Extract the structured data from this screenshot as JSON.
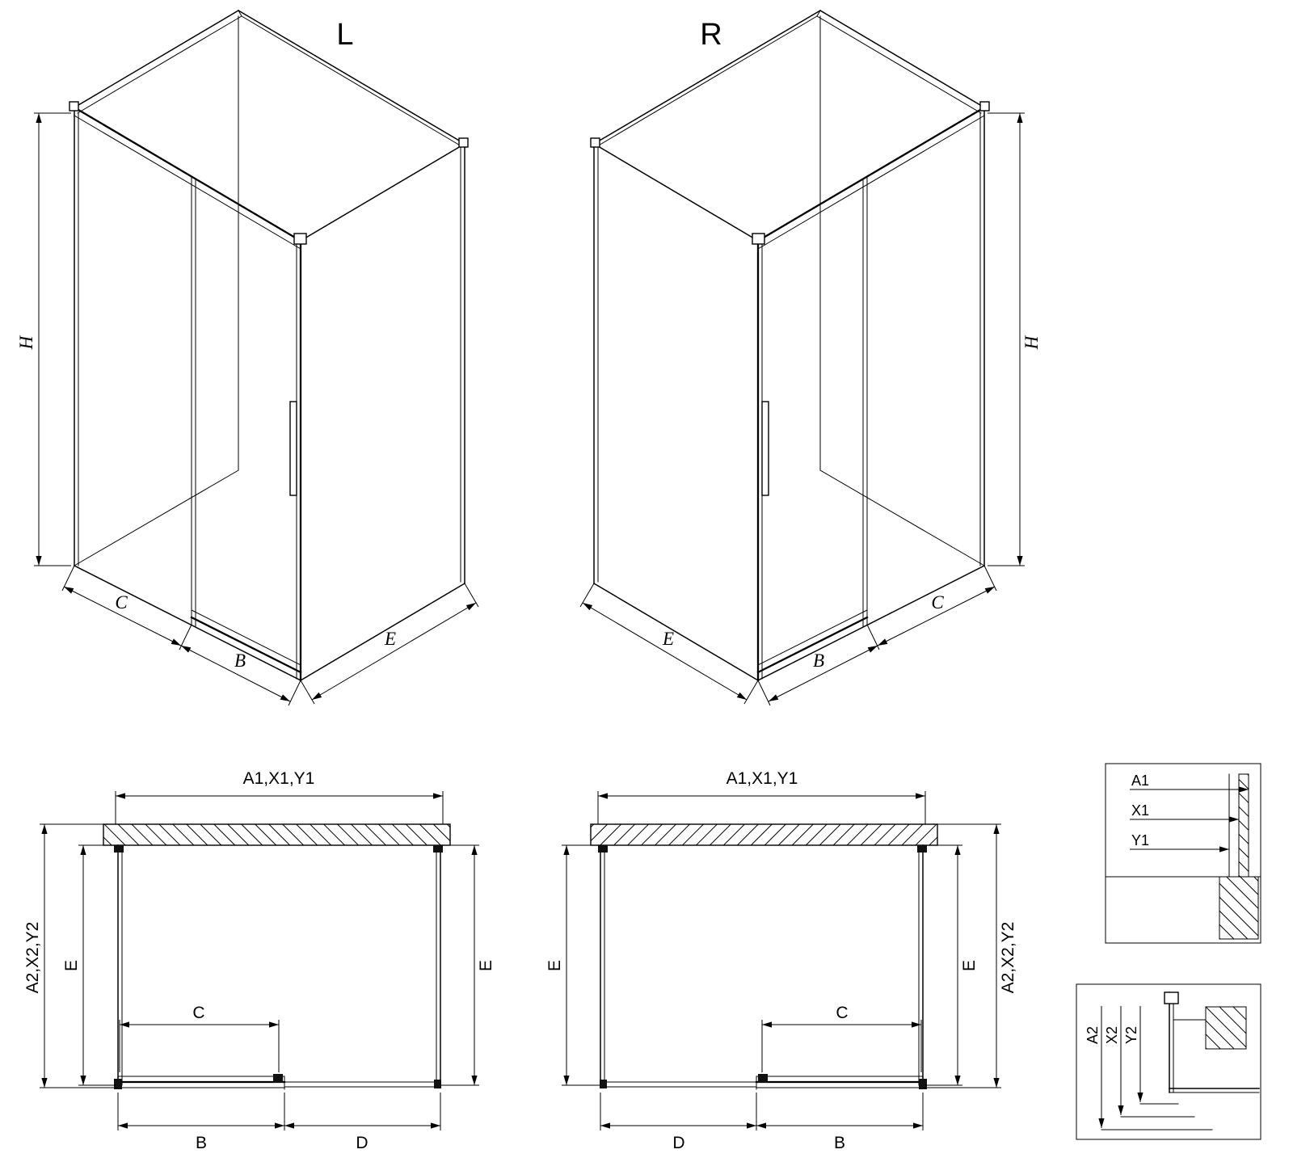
{
  "drawing": {
    "background": "#ffffff",
    "line_color": "#000000"
  },
  "iso_left": {
    "variant": "L",
    "h": "H",
    "c": "C",
    "b": "B",
    "e": "E"
  },
  "iso_right": {
    "variant": "R",
    "h": "H",
    "c": "C",
    "b": "B",
    "e": "E"
  },
  "plan_left": {
    "width_top": "A1,X1,Y1",
    "depth_outer": "A2,X2,Y2",
    "e_left": "E",
    "e_right": "E",
    "c": "C",
    "b": "B",
    "d": "D"
  },
  "plan_right": {
    "width_top": "A1,X1,Y1",
    "depth_outer": "A2,X2,Y2",
    "e_left": "E",
    "e_right": "E",
    "c": "C",
    "d": "D",
    "b": "B"
  },
  "detail_wall": {
    "a1": "A1",
    "x1": "X1",
    "y1": "Y1"
  },
  "detail_floor": {
    "a2": "A2",
    "x2": "X2",
    "y2": "Y2"
  }
}
